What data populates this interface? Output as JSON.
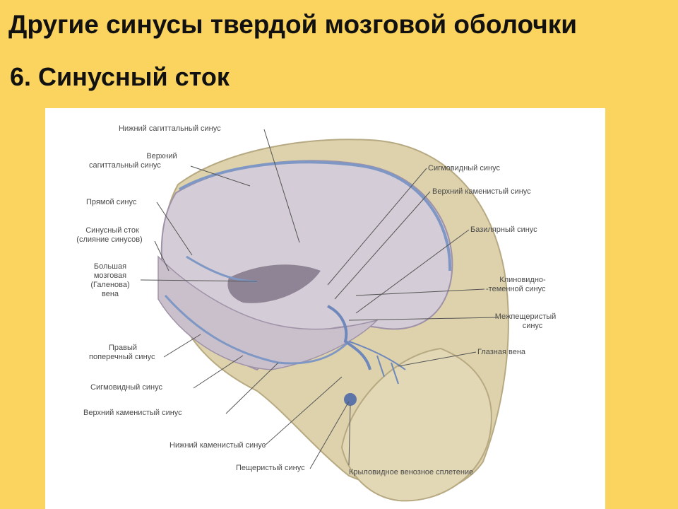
{
  "slide": {
    "title": "Другие синусы твердой мозговой оболочки",
    "subtitle": "6. Синусный сток"
  },
  "diagram": {
    "labels_left": [
      "Нижний сагиттальный синус",
      "Верхний",
      "сагиттальный синус",
      "Прямой синус",
      "Синусный сток",
      "(слияние синусов)",
      "Большая",
      "мозговая",
      "(Галенова)",
      "вена",
      "Правый",
      "поперечный синус",
      "Сигмовидный синус",
      "Верхний каменистый синус",
      "Нижний каменистый синус",
      "Пещеристый синус"
    ],
    "labels_right": [
      "Сигмовидный синус",
      "Верхний каменистый синус",
      "Базилярный синус",
      "Клиновидно-",
      "-теменной синус",
      "Межпещеристый",
      "синус",
      "Глазная вена",
      "Крыловидное венозное сплетение"
    ]
  },
  "colors": {
    "background": "#fbd460",
    "bone": "#ddd2ac",
    "membrane": "#d4ccd6",
    "sinus_vessel": "#7f97c4"
  }
}
